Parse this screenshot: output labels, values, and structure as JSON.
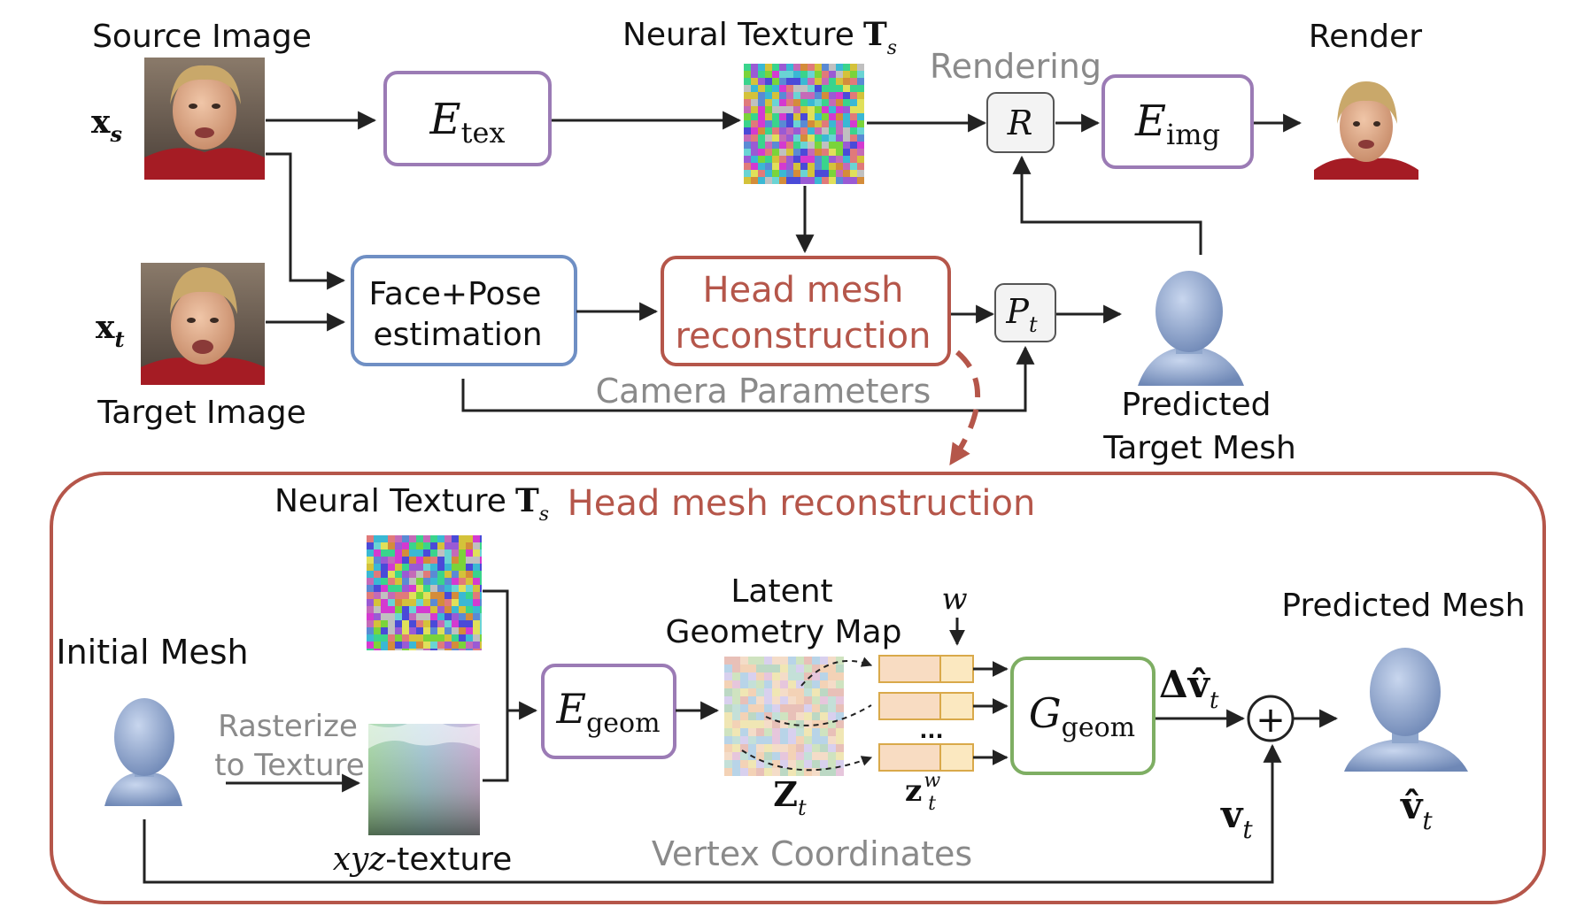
{
  "top": {
    "source_image_label": "Source Image",
    "source_var": "x",
    "source_sub": "s",
    "target_image_label": "Target Image",
    "target_var": "x",
    "target_sub": "t",
    "neural_texture_label": "Neural Texture",
    "neural_texture_symbol": "T",
    "neural_texture_sub": "s",
    "rendering_label": "Rendering",
    "render_label": "Render",
    "etex": {
      "main": "E",
      "sub": "tex"
    },
    "eimg": {
      "main": "E",
      "sub": "img"
    },
    "renderer_symbol": "R",
    "projection": {
      "main": "P",
      "sub": "t"
    },
    "face_pose_line1": "Face+Pose",
    "face_pose_line2": "estimation",
    "head_mesh_line1": "Head mesh",
    "head_mesh_line2": "reconstruction",
    "camera_params_label": "Camera Parameters",
    "predicted_target_line1": "Predicted",
    "predicted_target_line2": "Target Mesh"
  },
  "bottom": {
    "title": "Head mesh reconstruction",
    "neural_texture_label": "Neural Texture",
    "neural_texture_symbol": "T",
    "neural_texture_sub": "s",
    "initial_mesh_label": "Initial Mesh",
    "rasterize_line1": "Rasterize",
    "rasterize_line2": "to Texture",
    "xyz_math": "xyz",
    "xyz_text": "-texture",
    "egeom": {
      "main": "E",
      "sub": "geom"
    },
    "latent_line1": "Latent",
    "latent_line2": "Geometry Map",
    "z_main": "Z",
    "z_sub": "t",
    "w_symbol": "w",
    "dots": "...",
    "zw_main": "z",
    "zw_sub": "t",
    "zw_sup": "w",
    "ggeom": {
      "main": "G",
      "sub": "geom"
    },
    "delta_v_main": "Δv̂",
    "delta_v_sub": "t",
    "plus_symbol": "+",
    "v_main": "v",
    "v_sub": "t",
    "vertex_coords_label": "Vertex Coordinates",
    "predicted_mesh_label": "Predicted Mesh",
    "vhat_main": "v̂",
    "vhat_sub": "t"
  },
  "colors": {
    "purple": "#9b7bb5",
    "blue": "#6f8fc4",
    "red": "#b5564a",
    "green": "#7eae63",
    "gray_text": "#8a8a8a",
    "arrow": "#222222",
    "latent_fill": "#f8dcc2",
    "latent_stroke": "#d9a94a",
    "mesh": "#8fa6cc"
  }
}
